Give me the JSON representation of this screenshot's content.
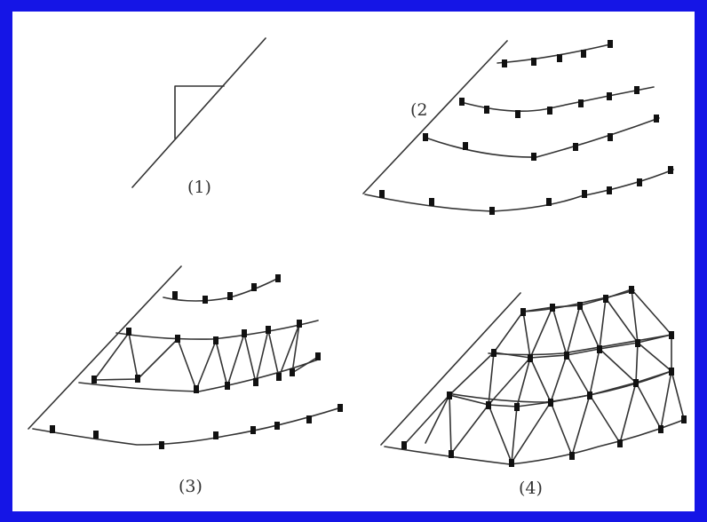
{
  "panels": [
    {
      "id": "1",
      "label": "(1)"
    },
    {
      "id": "2",
      "label": "(2"
    },
    {
      "id": "3",
      "label": "(3)"
    },
    {
      "id": "4",
      "label": "(4)"
    }
  ],
  "colors": {
    "frame": "#1515e6",
    "background": "#ffffff",
    "ink": "#333333"
  }
}
